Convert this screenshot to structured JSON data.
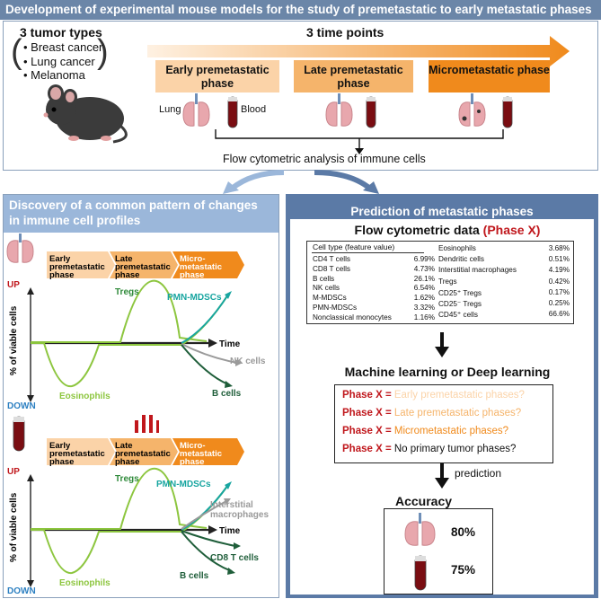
{
  "banner": {
    "title": "Development of experimental mouse models for the study of premetastatic to early metastatic phases"
  },
  "tumors": {
    "title": "3 tumor types",
    "items": [
      "Breast cancer",
      "Lung cancer",
      "Melanoma"
    ]
  },
  "timepoints": {
    "title": "3 time points",
    "phases": [
      "Early premetastatic phase",
      "Late premetastatic phase",
      "Micrometastatic phase"
    ],
    "lung_label": "Lung",
    "blood_label": "Blood",
    "analysis": "Flow cytometric analysis of immune cells"
  },
  "left": {
    "title_line1": "Discovery of a common pattern of changes",
    "title_line2": "in immune cell profiles",
    "phases": {
      "early_1": "Early",
      "early_2": "premetastatic",
      "early_3": "phase",
      "late_1": "Late",
      "late_2": "premetastatic",
      "late_3": "phase",
      "micro_1": "Micro-",
      "micro_2": "metastatic",
      "micro_3": "phase"
    },
    "up": "UP",
    "down": "DOWN",
    "ylabel": "% of viable cells",
    "time": "Time",
    "chart1": {
      "tregs": "Tregs",
      "pmn": "PMN-MDSCs",
      "nk": "NK cells",
      "b": "B cells",
      "eos": "Eosinophils"
    },
    "chart2": {
      "tregs": "Tregs",
      "pmn": "PMN-MDSCs",
      "inter1": "Interstitial",
      "inter2": "macrophages",
      "cd8": "CD8 T cells",
      "b": "B cells",
      "eos": "Eosinophils"
    }
  },
  "right": {
    "title": "Prediction of metastatic phases",
    "flow_title": "Flow cytometric data",
    "flow_phase": "(Phase X)",
    "table_header": "Cell  type (feature value)",
    "table_left": [
      {
        "name": "CD4 T cells",
        "value": "6.99%"
      },
      {
        "name": "CD8 T cells",
        "value": "4.73%"
      },
      {
        "name": "B cells",
        "value": "26.1%"
      },
      {
        "name": "NK cells",
        "value": "6.54%"
      },
      {
        "name": "M-MDSCs",
        "value": "1.62%"
      },
      {
        "name": "PMN-MDSCs",
        "value": "3.32%"
      },
      {
        "name": "Nonclassical monocytes",
        "value": "1.16%"
      }
    ],
    "table_right": [
      {
        "name": "Eosinophils",
        "value": "3.68%"
      },
      {
        "name": "Dendritic cells",
        "value": "0.51%"
      },
      {
        "name": "Interstitial macrophages",
        "value": "4.19%"
      },
      {
        "name": "Tregs",
        "value": "0.42%"
      },
      {
        "name": "CD25⁺ Tregs",
        "value": "0.17%"
      },
      {
        "name": "CD25⁻ Tregs",
        "value": "0.25%"
      },
      {
        "name": "CD45⁺ cells",
        "value": "66.6%"
      }
    ],
    "ml_title": "Machine learning or Deep learning",
    "phase_prefix": "Phase X = ",
    "options": [
      "Early premetastatic phases?",
      "Late premetastatic phases?",
      "Micrometastatic phases?",
      "No primary tumor phases?"
    ],
    "prediction": "prediction",
    "accuracy_title": "Accuracy",
    "lung_acc": "80%",
    "blood_acc": "75%"
  },
  "colors": {
    "header_blue": "#6b86a8",
    "right_blue": "#5b7aa6",
    "orange": "#f08a1c",
    "light_orange": "#fbd3a8",
    "mid_orange": "#f5b46b",
    "red": "#c0171c",
    "teal": "#17a5a0",
    "lime": "#8dc63f",
    "green": "#2f8a3a",
    "dark_green": "#1f5e3a",
    "gray": "#9a9a9a"
  }
}
